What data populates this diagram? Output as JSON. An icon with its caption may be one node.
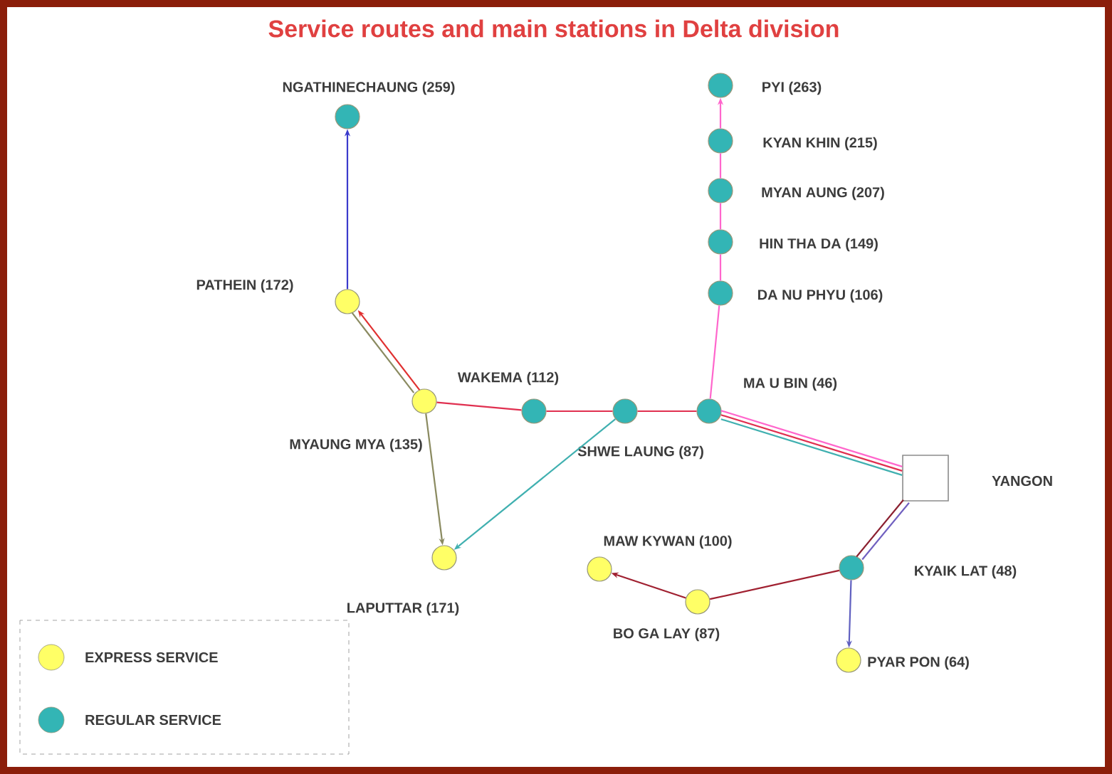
{
  "diagram": {
    "title": "Service routes and main stations in Delta division",
    "nodes": [
      {
        "text": [],
        "shape": "circle",
        "beside": [
          "NGATHINECHAUNG (259)"
        ]
      },
      {
        "text": [],
        "shape": "circle",
        "beside": [
          "PYI (263)"
        ]
      },
      {
        "text": [],
        "shape": "circle",
        "beside": [
          "KYAN KHIN (215)"
        ]
      },
      {
        "text": [],
        "shape": "circle",
        "beside": [
          "MYAN AUNG (207)"
        ]
      },
      {
        "text": [],
        "shape": "circle",
        "beside": [
          "HIN THA DA (149)"
        ]
      },
      {
        "text": [],
        "shape": "circle",
        "beside": [
          "PATHEIN (172)"
        ]
      },
      {
        "text": [],
        "shape": "circle",
        "beside": [
          "DA NU PHYU (106)"
        ]
      },
      {
        "text": [],
        "shape": "circle",
        "beside": [
          "WAKEMA (112)"
        ]
      },
      {
        "text": [],
        "shape": "circle",
        "beside": [
          "SHWE LAUNG (87)"
        ]
      },
      {
        "text": [],
        "shape": "circle",
        "beside": [
          "MA U BIN (46)"
        ]
      },
      {
        "text": [],
        "shape": "circle",
        "beside": [
          "MYAUNG MYA (135)"
        ]
      },
      {
        "text": [],
        "shape": "box",
        "beside": [
          "YANGON"
        ]
      },
      {
        "text": [],
        "shape": "circle",
        "beside": [
          "LAPUTTAR (171)"
        ]
      },
      {
        "text": [],
        "shape": "circle",
        "beside": [
          "MAW KYWAN (100)"
        ]
      },
      {
        "text": [],
        "shape": "circle",
        "beside": [
          "KYAIK LAT (48)"
        ]
      },
      {
        "text": [],
        "shape": "circle",
        "beside": [
          "BO GA LAY (87)"
        ]
      },
      {
        "text": [],
        "shape": "circle",
        "beside": [
          "PYAR PON (64)"
        ]
      }
    ],
    "edges": [
      {
        "from": 5,
        "to": 0,
        "arrow": "to",
        "color": "#3a3acc"
      },
      {
        "from": 10,
        "to": 5,
        "arrow": "to",
        "color": "#e03030"
      },
      {
        "from": 5,
        "to": 10,
        "arrow": "none",
        "color": "#8a8a60"
      },
      {
        "from": 10,
        "to": 12,
        "arrow": "to",
        "color": "#8a8a60"
      },
      {
        "from": 7,
        "to": 10,
        "arrow": "none",
        "color": "#e03050"
      },
      {
        "from": 8,
        "to": 7,
        "arrow": "none",
        "color": "#e03050"
      },
      {
        "from": 9,
        "to": 8,
        "arrow": "none",
        "color": "#e03050"
      },
      {
        "from": 11,
        "to": 9,
        "arrow": "none",
        "color": "#ff66cc"
      },
      {
        "from": 11,
        "to": 9,
        "arrow": "none",
        "color": "#e03050"
      },
      {
        "from": 11,
        "to": 9,
        "arrow": "none",
        "color": "#40b0b0"
      },
      {
        "from": 8,
        "to": 12,
        "arrow": "to",
        "color": "#40b0b0"
      },
      {
        "from": 9,
        "to": 6,
        "arrow": "none",
        "color": "#ff66cc"
      },
      {
        "from": 6,
        "to": 4,
        "arrow": "none",
        "color": "#ff66cc"
      },
      {
        "from": 4,
        "to": 3,
        "arrow": "none",
        "color": "#ff66cc"
      },
      {
        "from": 3,
        "to": 2,
        "arrow": "none",
        "color": "#ff66cc"
      },
      {
        "from": 2,
        "to": 1,
        "arrow": "to",
        "color": "#ff66cc"
      },
      {
        "from": 11,
        "to": 14,
        "arrow": "none",
        "color": "#8b2030"
      },
      {
        "from": 11,
        "to": 14,
        "arrow": "none",
        "color": "#7060c0"
      },
      {
        "from": 14,
        "to": 15,
        "arrow": "none",
        "color": "#a02030"
      },
      {
        "from": 15,
        "to": 13,
        "arrow": "to",
        "color": "#a02030"
      },
      {
        "from": 14,
        "to": 16,
        "arrow": "to",
        "color": "#6060c0"
      }
    ],
    "legend": [
      {
        "text": "EXPRESS SERVICE",
        "color": "#ffff66"
      },
      {
        "text": "REGULAR SERVICE",
        "color": "#33b5b5"
      }
    ]
  }
}
